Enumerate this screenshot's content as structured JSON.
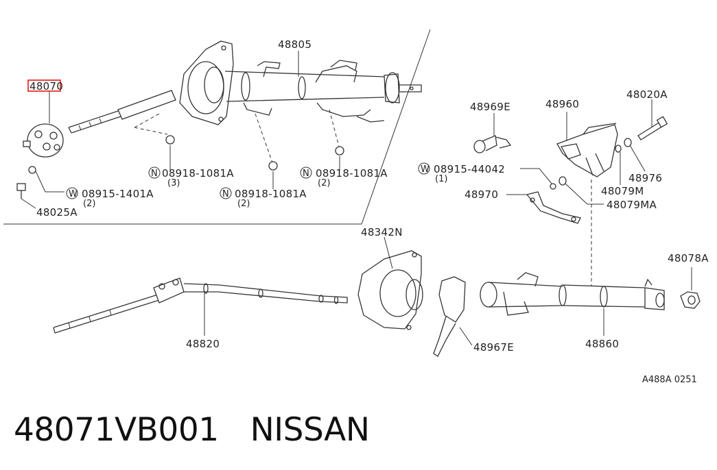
{
  "diagram": {
    "callouts": {
      "p48070": "48070",
      "p48805": "48805",
      "p48025A": "48025A",
      "bolt_08918_a": "08918-1081A",
      "bolt_08918_a_qty": "(3)",
      "bolt_08918_b": "08918-1081A",
      "bolt_08918_b_qty": "(2)",
      "bolt_08918_c": "08918-1081A",
      "bolt_08918_c_qty": "(2)",
      "washer_08915_1401": "08915-1401A",
      "washer_08915_1401_qty": "(2)",
      "p48969E": "48969E",
      "p48960": "48960",
      "p48020A": "48020A",
      "washer_08915_4404": "08915-44042",
      "washer_08915_4404_qty": "(1)",
      "p48976": "48976",
      "p48079M": "48079M",
      "p48970": "48970",
      "p48079MA": "48079MA",
      "p48342N": "48342N",
      "p48078A": "48078A",
      "p48820": "48820",
      "p48967E": "48967E",
      "p48860": "48860"
    },
    "markers": {
      "n": "N",
      "w": "W"
    },
    "ref_code": "A488A 0251",
    "highlight_color": "#e8312f"
  },
  "caption": {
    "part_number": "48071VB001",
    "brand": "NISSAN"
  }
}
